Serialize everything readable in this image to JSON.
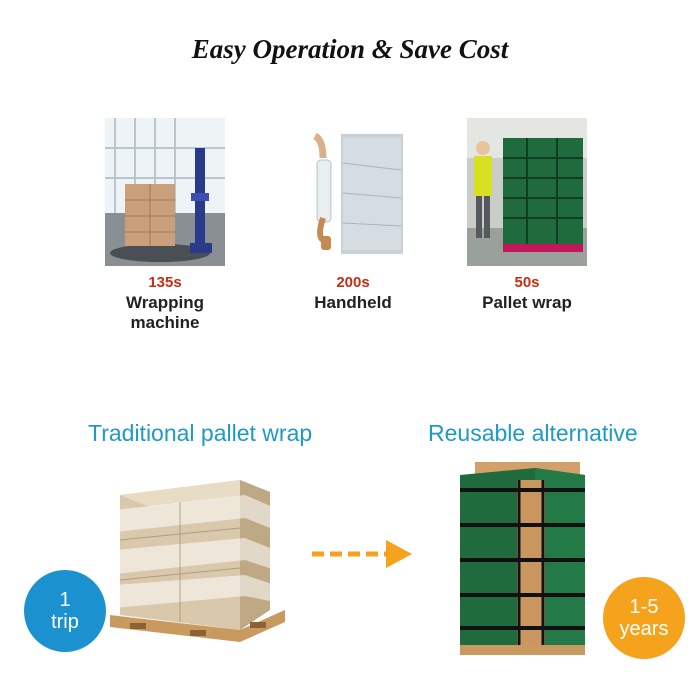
{
  "title": "Easy Operation & Save Cost",
  "methods": [
    {
      "time": "135s",
      "label": "Wrapping machine",
      "icon": "wrapping-machine-photo"
    },
    {
      "time": "200s",
      "label": "Handheld",
      "icon": "handheld-wrap-photo"
    },
    {
      "time": "50s",
      "label": "Pallet wrap",
      "icon": "pallet-wrap-cover-photo"
    }
  ],
  "comparison": {
    "left": {
      "heading": "Traditional pallet wrap",
      "badge_line1": "1",
      "badge_line2": "trip",
      "badge_color": "#1b92cf"
    },
    "right": {
      "heading": "Reusable alternative",
      "badge_line1": "1-5",
      "badge_line2": "years",
      "badge_color": "#f5a21c"
    },
    "arrow_color": "#f5a21c"
  },
  "colors": {
    "time_red": "#c62e12",
    "heading_blue": "#1e99c8",
    "cover_green": "#1f6b3e"
  }
}
